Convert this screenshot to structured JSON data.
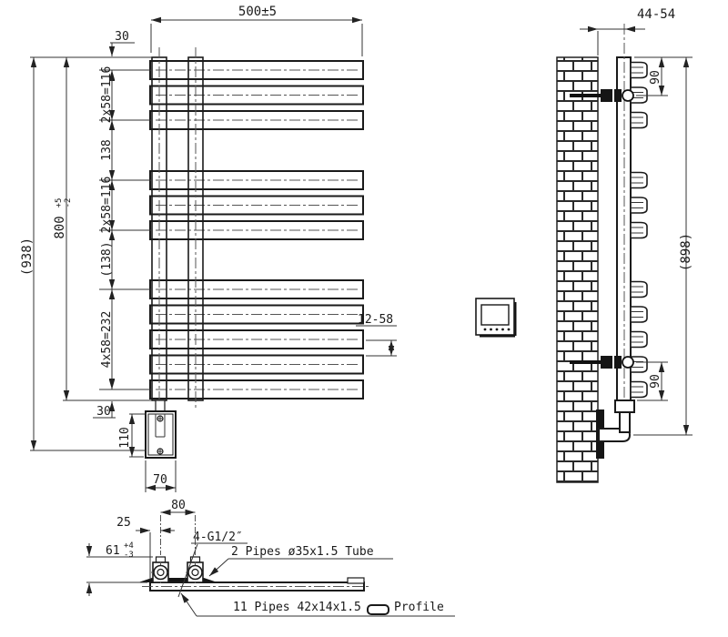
{
  "front_view": {
    "width": "500±5",
    "top_offset": "30",
    "bottom_offset": "30",
    "height": "800",
    "height_tol_plus": "+5",
    "height_tol_minus": "-2",
    "overall_height": "(938)",
    "chain": [
      "2x58=116",
      "138",
      "2x58=116",
      "(138)",
      "4x58=232"
    ],
    "element_height": "110",
    "element_width": "70",
    "tube_gap": "12-58"
  },
  "side_view": {
    "wall_distance": "44-54",
    "top_bracket_offset": "90",
    "bottom_bracket_offset": "90",
    "overall_height": "(898)"
  },
  "plan_view": {
    "end_offset": "25",
    "pipe_spacing": "80",
    "connection_height": "61",
    "connection_tol_plus": "+4",
    "connection_tol_minus": "-3",
    "thread_spec": "4-G1/2″",
    "collector_note": "2 Pipes ø35x1.5 Tube",
    "profile_note": "11 Pipes 42x14x1.5",
    "profile_label": "Profile"
  }
}
